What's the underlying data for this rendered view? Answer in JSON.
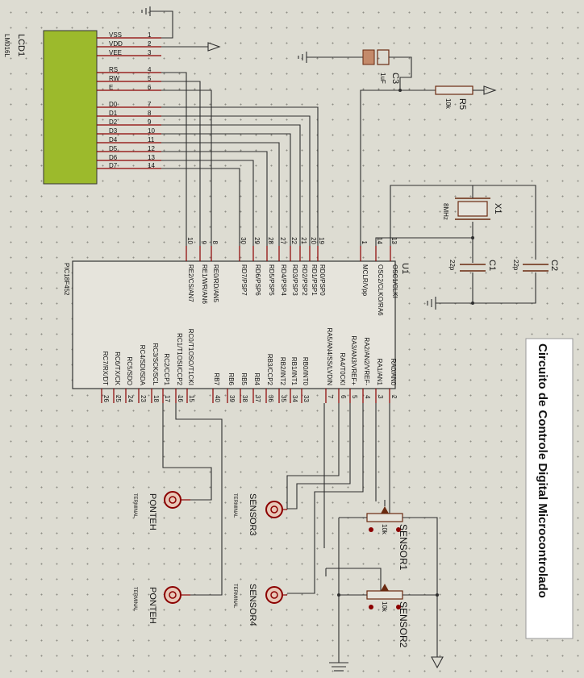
{
  "title": "Circuito de Controle Digital Microcontrolado",
  "lcd": {
    "ref": "LCD1",
    "model": "LM016L",
    "pins": [
      {
        "name": "VSS",
        "num": "1"
      },
      {
        "name": "VDD",
        "num": "2"
      },
      {
        "name": "VEE",
        "num": "3"
      },
      {
        "name": "RS",
        "num": "4"
      },
      {
        "name": "RW",
        "num": "5"
      },
      {
        "name": "E",
        "num": "6"
      },
      {
        "name": "D0",
        "num": "7"
      },
      {
        "name": "D1",
        "num": "8"
      },
      {
        "name": "D2",
        "num": "9"
      },
      {
        "name": "D3",
        "num": "10"
      },
      {
        "name": "D4",
        "num": "11"
      },
      {
        "name": "D5",
        "num": "12"
      },
      {
        "name": "D6",
        "num": "13"
      },
      {
        "name": "D7",
        "num": "14"
      }
    ]
  },
  "mcu": {
    "ref": "U1",
    "part": "PIC18F452",
    "top_pins": [
      {
        "name": "RE2/CS/AN7",
        "num": "10"
      },
      {
        "name": "RE1/WR/AN6",
        "num": "9"
      },
      {
        "name": "RE0/RD/AN5",
        "num": "8"
      },
      {
        "name": "RD7/PSP7",
        "num": "30"
      },
      {
        "name": "RD6/PSP6",
        "num": "29"
      },
      {
        "name": "RD5/PSP5",
        "num": "28"
      },
      {
        "name": "RD4/PSP4",
        "num": "27"
      },
      {
        "name": "RD3/PSP3",
        "num": "22"
      },
      {
        "name": "RD2/PSP2",
        "num": "21"
      },
      {
        "name": "RD1/PSP1",
        "num": "20"
      },
      {
        "name": "RD0/PSP0",
        "num": "19"
      },
      {
        "name": "MCLR/Vpp",
        "num": "1"
      },
      {
        "name": "OSC2/CLKO/RA6",
        "num": "14"
      },
      {
        "name": "OSC1/CLKI",
        "num": "13"
      }
    ],
    "bottom_pins": [
      {
        "name": "RC7/RX/DT",
        "num": "26"
      },
      {
        "name": "RC6/TX/CK",
        "num": "25"
      },
      {
        "name": "RC5/SDO",
        "num": "24"
      },
      {
        "name": "RC4/SDI/SDA",
        "num": "23"
      },
      {
        "name": "RC3/SCK/SCL",
        "num": "18"
      },
      {
        "name": "RC2/CCP1",
        "num": "17"
      },
      {
        "name": "RC1/T1OSI/CCP2",
        "num": "16"
      },
      {
        "name": "RC0/T1OSO/T1CKI",
        "num": "15"
      },
      {
        "name": "RB7",
        "num": "40"
      },
      {
        "name": "RB6",
        "num": "39"
      },
      {
        "name": "RB5",
        "num": "38"
      },
      {
        "name": "RB4",
        "num": "37"
      },
      {
        "name": "RB3/CCP2",
        "num": "36"
      },
      {
        "name": "RB2/INT2",
        "num": "35"
      },
      {
        "name": "RB1/INT1",
        "num": "34"
      },
      {
        "name": "RB0/INT0",
        "num": "33"
      },
      {
        "name": "RA5/AN4/SS/LVDIN",
        "num": "7"
      },
      {
        "name": "RA4/T0CKI",
        "num": "6"
      },
      {
        "name": "RA3/AN3/VREF+",
        "num": "5"
      },
      {
        "name": "RA2/AN2/VREF-",
        "num": "4"
      },
      {
        "name": "RA1/AN1",
        "num": "3"
      },
      {
        "name": "RA0/AN0",
        "num": "2"
      }
    ]
  },
  "c3": {
    "ref": "C3",
    "value": "1uF"
  },
  "r5": {
    "ref": "R5",
    "value": "10k"
  },
  "x1": {
    "ref": "X1",
    "value": "8MHz"
  },
  "c1": {
    "ref": "C1",
    "value": "22p"
  },
  "c2": {
    "ref": "C2",
    "value": "22p"
  },
  "sensor1": {
    "ref": "SENSOR1",
    "value": "10k"
  },
  "sensor2": {
    "ref": "SENSOR2",
    "value": "10k"
  },
  "terminals": [
    {
      "ref": "PONTEH",
      "type": "TERMINAL"
    },
    {
      "ref": "PONTEH",
      "type": "TERMINAL"
    },
    {
      "ref": "SENSOR3",
      "type": "TERMINAL"
    },
    {
      "ref": "SENSOR4",
      "type": "TERMINAL"
    }
  ],
  "colors": {
    "lcd_screen": "#9cba2c",
    "pin_line": "#8b0000",
    "wire": "#2e2e2e",
    "body": "#e6e4dc"
  }
}
